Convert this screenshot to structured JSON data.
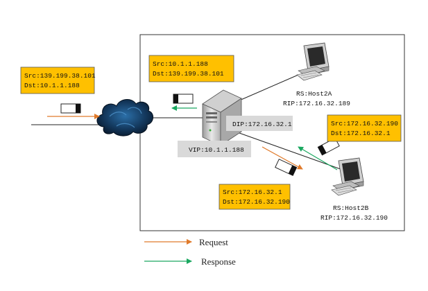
{
  "packet_labels": {
    "client_request": {
      "src": "Src:139.199.38.101",
      "dst": "Dst:10.1.1.188"
    },
    "lb_response": {
      "src": "Src:10.1.1.188",
      "dst": "Dst:139.199.38.101"
    },
    "rs_response": {
      "src": "Src:172.16.32.190",
      "dst": "Dst:172.16.32.1"
    },
    "lb_forward": {
      "src": "Src:172.16.32.1",
      "dst": "Dst:172.16.32.190"
    }
  },
  "load_balancer": {
    "dip": "DIP:172.16.32.1",
    "vip": "VIP:10.1.1.188"
  },
  "real_servers": [
    {
      "name": "RS:Host2A",
      "rip": "RIP:172.16.32.189"
    },
    {
      "name": "RS:Host2B",
      "rip": "RIP:172.16.32.190"
    }
  ],
  "legend": {
    "request": "Request",
    "response": "Response"
  },
  "colors": {
    "request": "#e07a2a",
    "response": "#1aa860",
    "label_bg": "#ffc000",
    "ip_box": "#d9d9d9"
  },
  "icons": [
    "cloud-icon",
    "server-tower-icon",
    "desktop-computer-icon",
    "packet-icon"
  ]
}
